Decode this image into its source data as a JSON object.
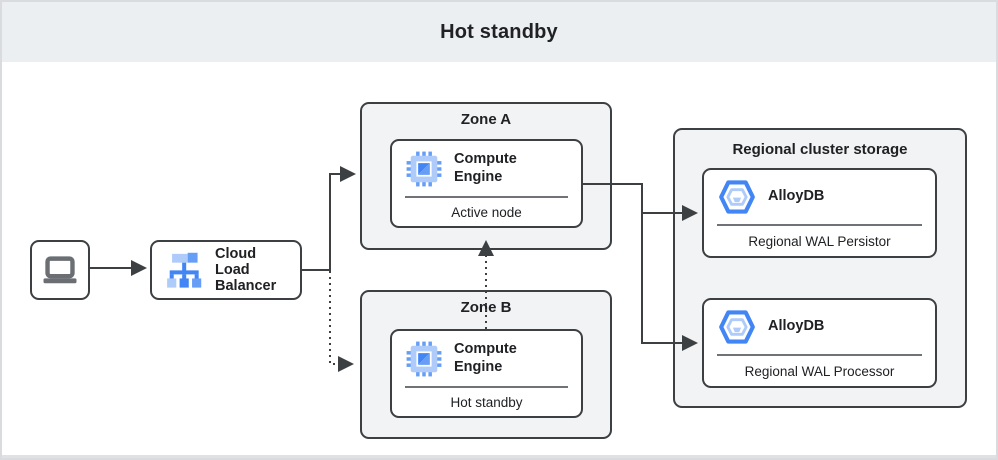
{
  "title": "Hot standby",
  "colors": {
    "accent_blue": "#4285f4",
    "mid_blue": "#669df6",
    "light_blue": "#aecbfa",
    "outline_dark": "#3c4043",
    "group_fill": "#f1f3f4",
    "header_bg": "#eceff1",
    "icon_gray": "#616161"
  },
  "client": {
    "icon": "laptop-icon"
  },
  "load_balancer": {
    "label": "Cloud Load Balancer",
    "icon": "load-balancer-icon"
  },
  "zones": [
    {
      "label": "Zone A",
      "service": {
        "name": "Compute Engine",
        "role": "Active node",
        "icon": "compute-engine-icon"
      }
    },
    {
      "label": "Zone B",
      "service": {
        "name": "Compute Engine",
        "role": "Hot standby",
        "icon": "compute-engine-icon"
      }
    }
  ],
  "storage": {
    "label": "Regional cluster storage",
    "services": [
      {
        "name": "AlloyDB",
        "role": "Regional WAL Persistor",
        "icon": "alloydb-icon"
      },
      {
        "name": "AlloyDB",
        "role": "Regional WAL Processor",
        "icon": "alloydb-icon"
      }
    ]
  },
  "connections": [
    {
      "from": "client",
      "to": "load-balancer",
      "style": "solid-arrow"
    },
    {
      "from": "load-balancer",
      "to": "zone-a",
      "style": "solid-arrow"
    },
    {
      "from": "load-balancer",
      "to": "zone-b",
      "style": "dotted-arrow"
    },
    {
      "from": "zone-b-compute",
      "to": "zone-a-compute",
      "style": "dotted-arrow"
    },
    {
      "from": "zone-a-compute",
      "to": "alloydb-wal-persistor",
      "style": "solid-arrow"
    },
    {
      "from": "zone-a-compute",
      "to": "alloydb-wal-processor",
      "style": "solid-arrow"
    }
  ]
}
